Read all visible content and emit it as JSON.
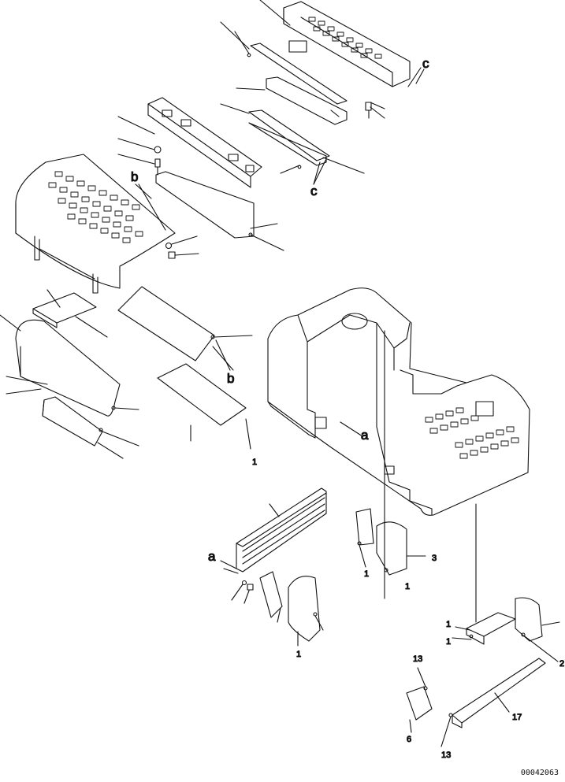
{
  "document_id": "00042063",
  "callouts": {
    "c_top": "c",
    "c_mid": "c",
    "b_top": "b",
    "b_mid": "b",
    "a_right": "a",
    "a_left": "a"
  },
  "part_numbers": {
    "n3_right": "3",
    "n1_rb": "1",
    "n1_rf": "1",
    "n1_mid": "1",
    "n2": "2",
    "n17": "17",
    "n13_top": "13",
    "n13_bot": "13",
    "n6": "6",
    "n1_br": "1",
    "n1_brb": "1",
    "n1_bl": "1"
  },
  "colors": {
    "line": "#111111",
    "background": "#ffffff"
  }
}
